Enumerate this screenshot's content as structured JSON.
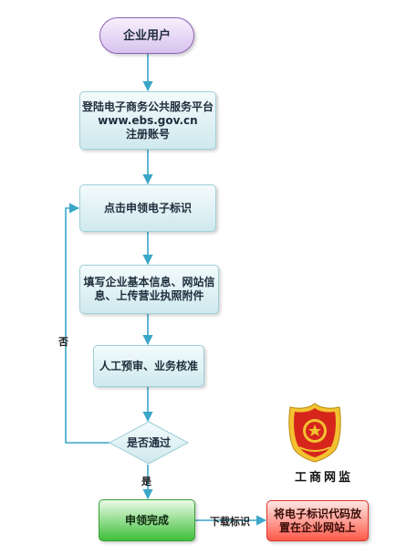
{
  "nodes": {
    "start": "企业用户",
    "register_line1": "登陆电子商务公共服务平台",
    "register_line2": "www.ebs.gov.cn",
    "register_line3": "注册账号",
    "apply": "点击申领电子标识",
    "fill_line1": "填写企业基本信息、网站信",
    "fill_line2": "息、上传营业执照附件",
    "review": "人工预审、业务核准",
    "decision": "是否通过",
    "done": "申领完成",
    "place_line1": "将电子标识代码放",
    "place_line2": "置在企业网站上"
  },
  "edges": {
    "no": "否",
    "yes": "是",
    "download": "下载标识"
  },
  "logo": {
    "icon": "gongshang-wangjian-seal",
    "text": "工商网监"
  },
  "colors": {
    "connector": "#3aa6c8",
    "start_border": "#8e63b8",
    "process_fill": "#cfe9ee",
    "done_fill": "#3fbf3a",
    "place_fill": "#ff5a4a",
    "seal_red": "#d6261c",
    "seal_gold": "#f2c230"
  }
}
